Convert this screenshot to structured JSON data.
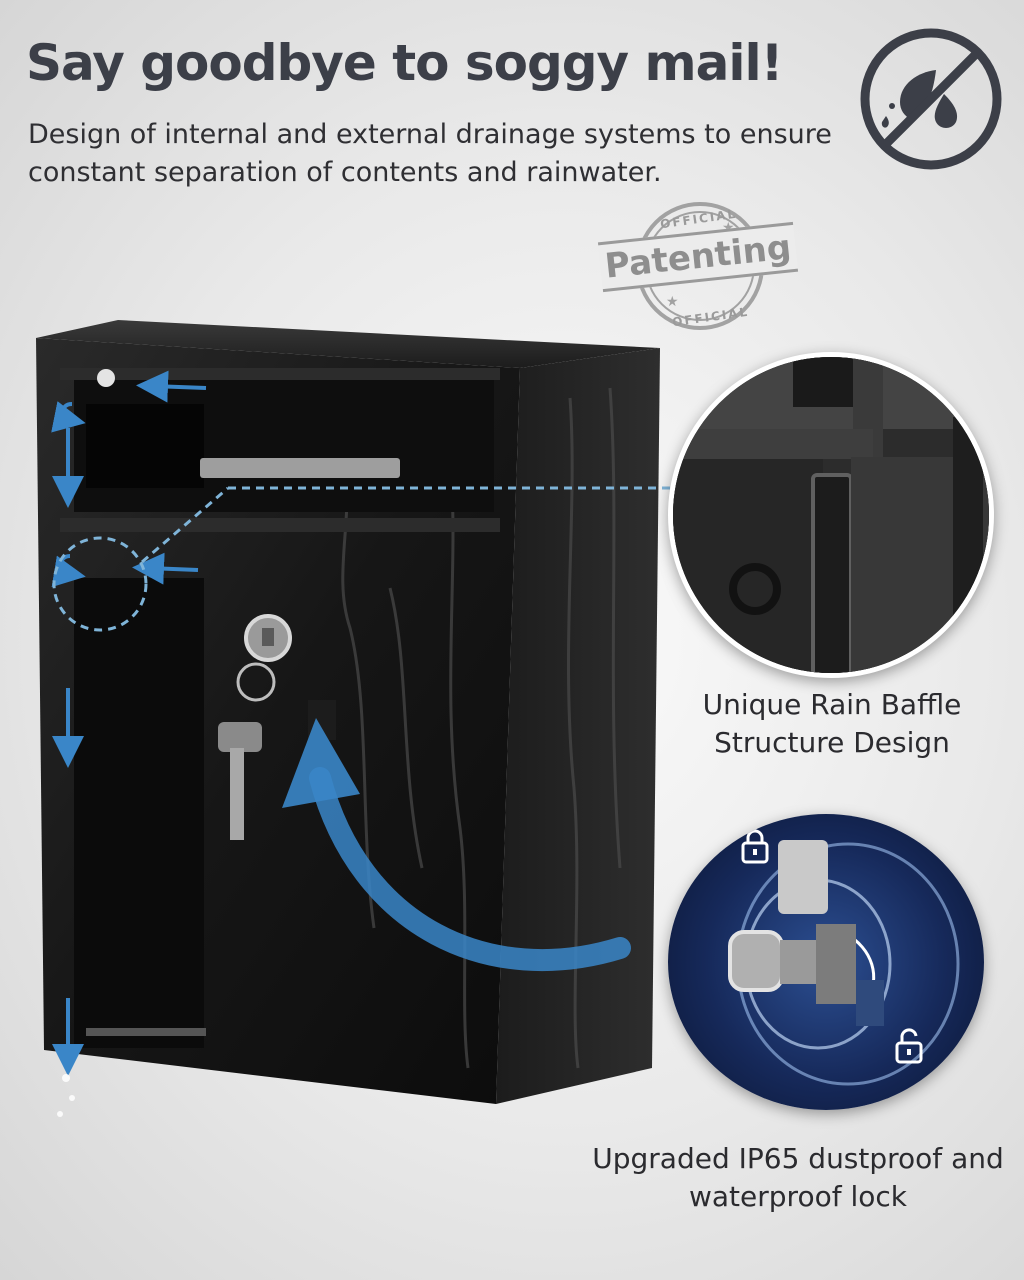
{
  "headline": "Say goodbye to soggy mail!",
  "subheadline": "Design of internal and external drainage systems to ensure constant separation of contents and rainwater.",
  "stamp": {
    "label": "Patenting",
    "ring_text": "OFFICIAL"
  },
  "callouts": {
    "baffle": "Unique Rain Baffle Structure Design",
    "lock": "Upgraded IP65 dustproof and waterproof lock"
  },
  "icons": {
    "badge": "no-water-droplet-icon",
    "locked": "padlock-closed-icon",
    "unlocked": "padlock-open-icon"
  },
  "colors": {
    "headline": "#3c3f48",
    "arrow_blue": "#3a86c8",
    "lock_bg": "#16295a"
  }
}
